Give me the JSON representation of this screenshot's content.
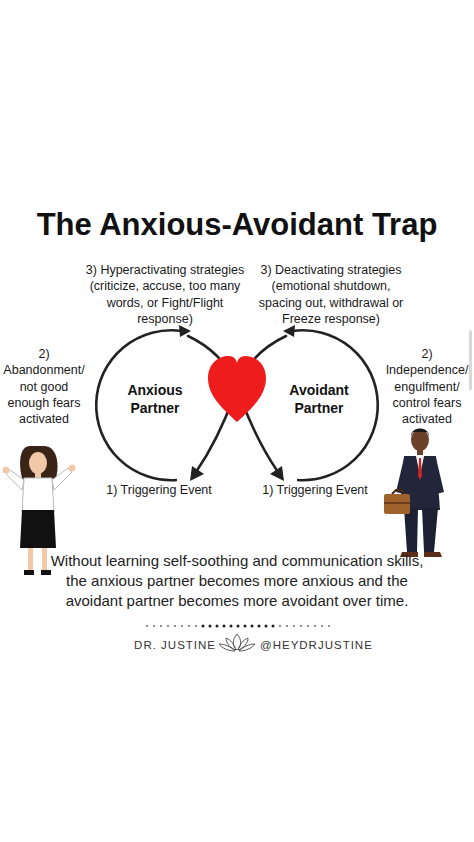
{
  "diagram": {
    "title": "The Anxious-Avoidant Trap",
    "caption": "Without learning self-soothing and communication skills, the anxious partner becomes more anxious and the avoidant partner becomes more avoidant over time.",
    "nodes": [
      {
        "text": [
          "Anxious Partner"
        ]
      },
      {
        "text": [
          "Avoidant Partner"
        ]
      }
    ],
    "labels": [
      "3) Hyperactivating strategies (criticize, accuse, too many words, or Fight/Flight response)",
      "3) Deactivating strategies (emotional shutdown, spacing out, withdrawal or Freeze response)",
      "2) Abandonment/ not good enough fears activated",
      "2) Independence/ engulfment/ control fears activated",
      "1) Triggering Event",
      "1) Triggering Event",
      "DR. JUSTINE",
      "@HEYDRJUSTINE"
    ]
  }
}
